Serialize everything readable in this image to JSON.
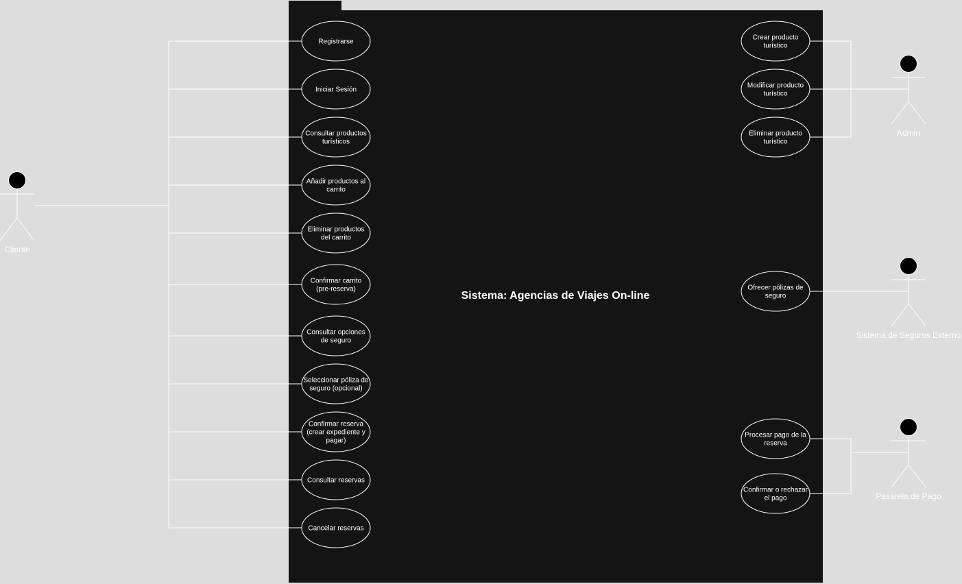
{
  "system": {
    "title": "Sistema: Agencias de Viajes On-line"
  },
  "actors": {
    "cliente": "Cliente",
    "admin": "Admin",
    "seguros": "Sistema de Seguros Externo",
    "pasarela": "Pasarela de Pago"
  },
  "use_cases_left": [
    [
      "Registrarse"
    ],
    [
      "Iniciar Sesión"
    ],
    [
      "Consultar productos",
      "turísticos"
    ],
    [
      "Añadir productos al",
      "carrito"
    ],
    [
      "Eliminar productos",
      "del carrito"
    ],
    [
      "Confirmar carrito",
      "(pre-reserva)"
    ],
    [
      "Consultar opciones",
      "de seguro"
    ],
    [
      "Seleccionar póliza de",
      "seguro (opcional)"
    ],
    [
      "Confirmar reserva",
      "(crear expediente y",
      "pagar)"
    ],
    [
      "Consultar reservas"
    ],
    [
      "Cancelar reservas"
    ]
  ],
  "use_cases_admin": [
    [
      "Crear producto",
      "turístico"
    ],
    [
      "Modificar producto",
      "turístico"
    ],
    [
      "Eliminar producto",
      "turístico"
    ]
  ],
  "use_cases_seguros": [
    [
      "Ofrecer pólizas de",
      "seguro"
    ]
  ],
  "use_cases_pasarela": [
    [
      "Procesar pago de la",
      "reserva"
    ],
    [
      "Confirmar o rechazar",
      "el pago"
    ]
  ]
}
